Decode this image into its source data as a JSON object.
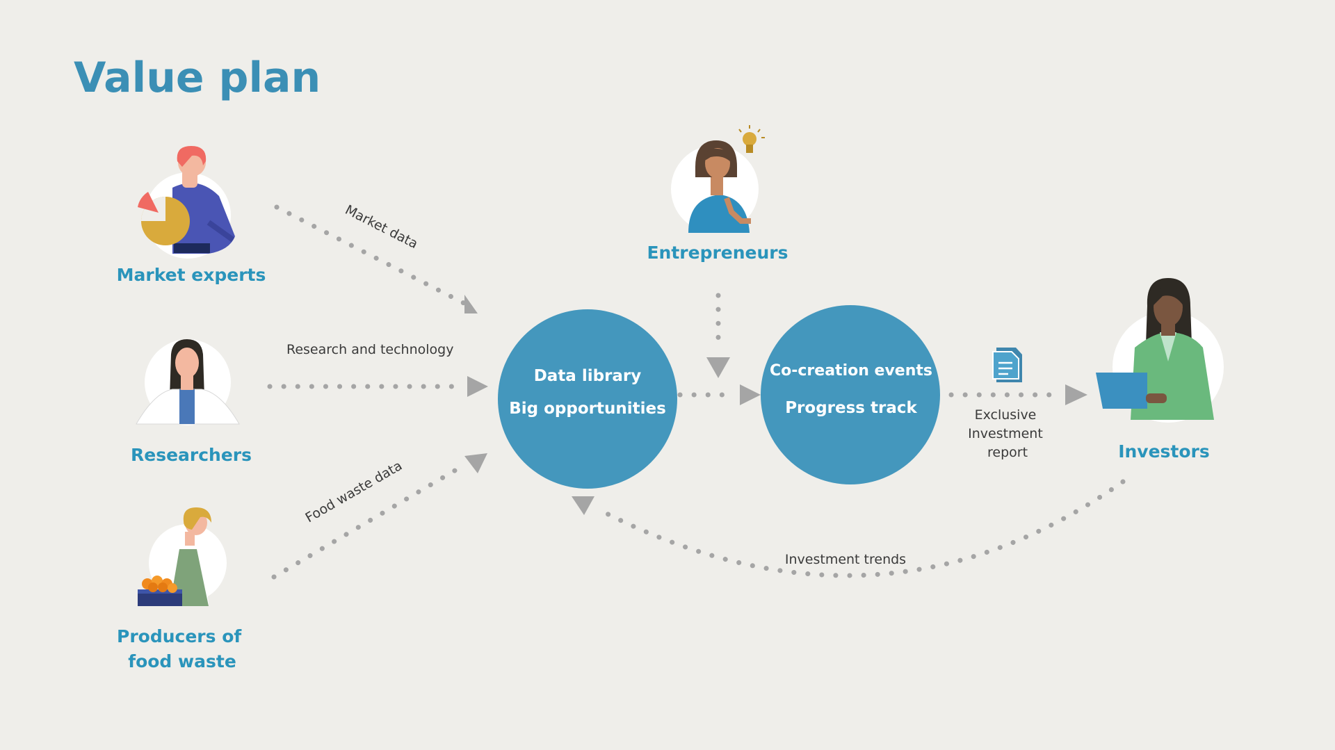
{
  "title": "Value plan",
  "actors": {
    "market_experts": "Market experts",
    "researchers": "Researchers",
    "producers": [
      "Producers of",
      "food waste"
    ],
    "entrepreneurs": "Entrepreneurs",
    "investors": "Investors"
  },
  "hubs": {
    "data_library": [
      "Data library",
      "Big opportunities"
    ],
    "co_creation": [
      "Co-creation events",
      "Progress track"
    ]
  },
  "flows": {
    "market_data": "Market data",
    "research_tech": "Research and technology",
    "food_waste_data": "Food waste data",
    "exclusive_report": [
      "Exclusive",
      "Investment",
      "report"
    ],
    "investment_trends": "Investment trends"
  },
  "colors": {
    "accent": "#2a94bb",
    "hub": "#4497bd",
    "background": "#efeeea",
    "connector": "#a5a5a5"
  },
  "icons": [
    "pie-chart-icon",
    "lightbulb-icon",
    "document-icon",
    "tablet-icon",
    "basket-icon"
  ]
}
